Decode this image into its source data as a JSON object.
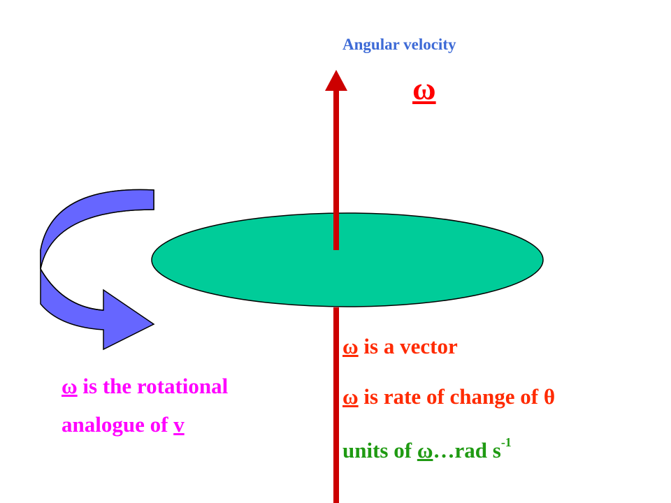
{
  "colors": {
    "disc_fill": "#00cc99",
    "axis_red": "#cc0000",
    "curved_arrow_dark": "#4b52cc",
    "curved_arrow_light": "#6666ff",
    "label_blue": "#3d6ad6",
    "orange_red": "#ff2a00",
    "green": "#1f9a12",
    "magenta": "#ff00ff"
  },
  "top_label": {
    "text": "Angular velocity",
    "symbol": "ω"
  },
  "right_notes": {
    "vector": {
      "symbol": "ω",
      "rest": " is a vector"
    },
    "rate": {
      "symbol": "ω",
      "rest": " is rate of change of θ"
    },
    "units": {
      "prefix": "units of ",
      "symbol": "ω",
      "rest": "…rad s",
      "exponent": "-1"
    }
  },
  "left_note": {
    "symbol": "ω",
    "line1_rest": " is the rotational",
    "line2_prefix": "analogue of ",
    "line2_symbol": "v"
  }
}
